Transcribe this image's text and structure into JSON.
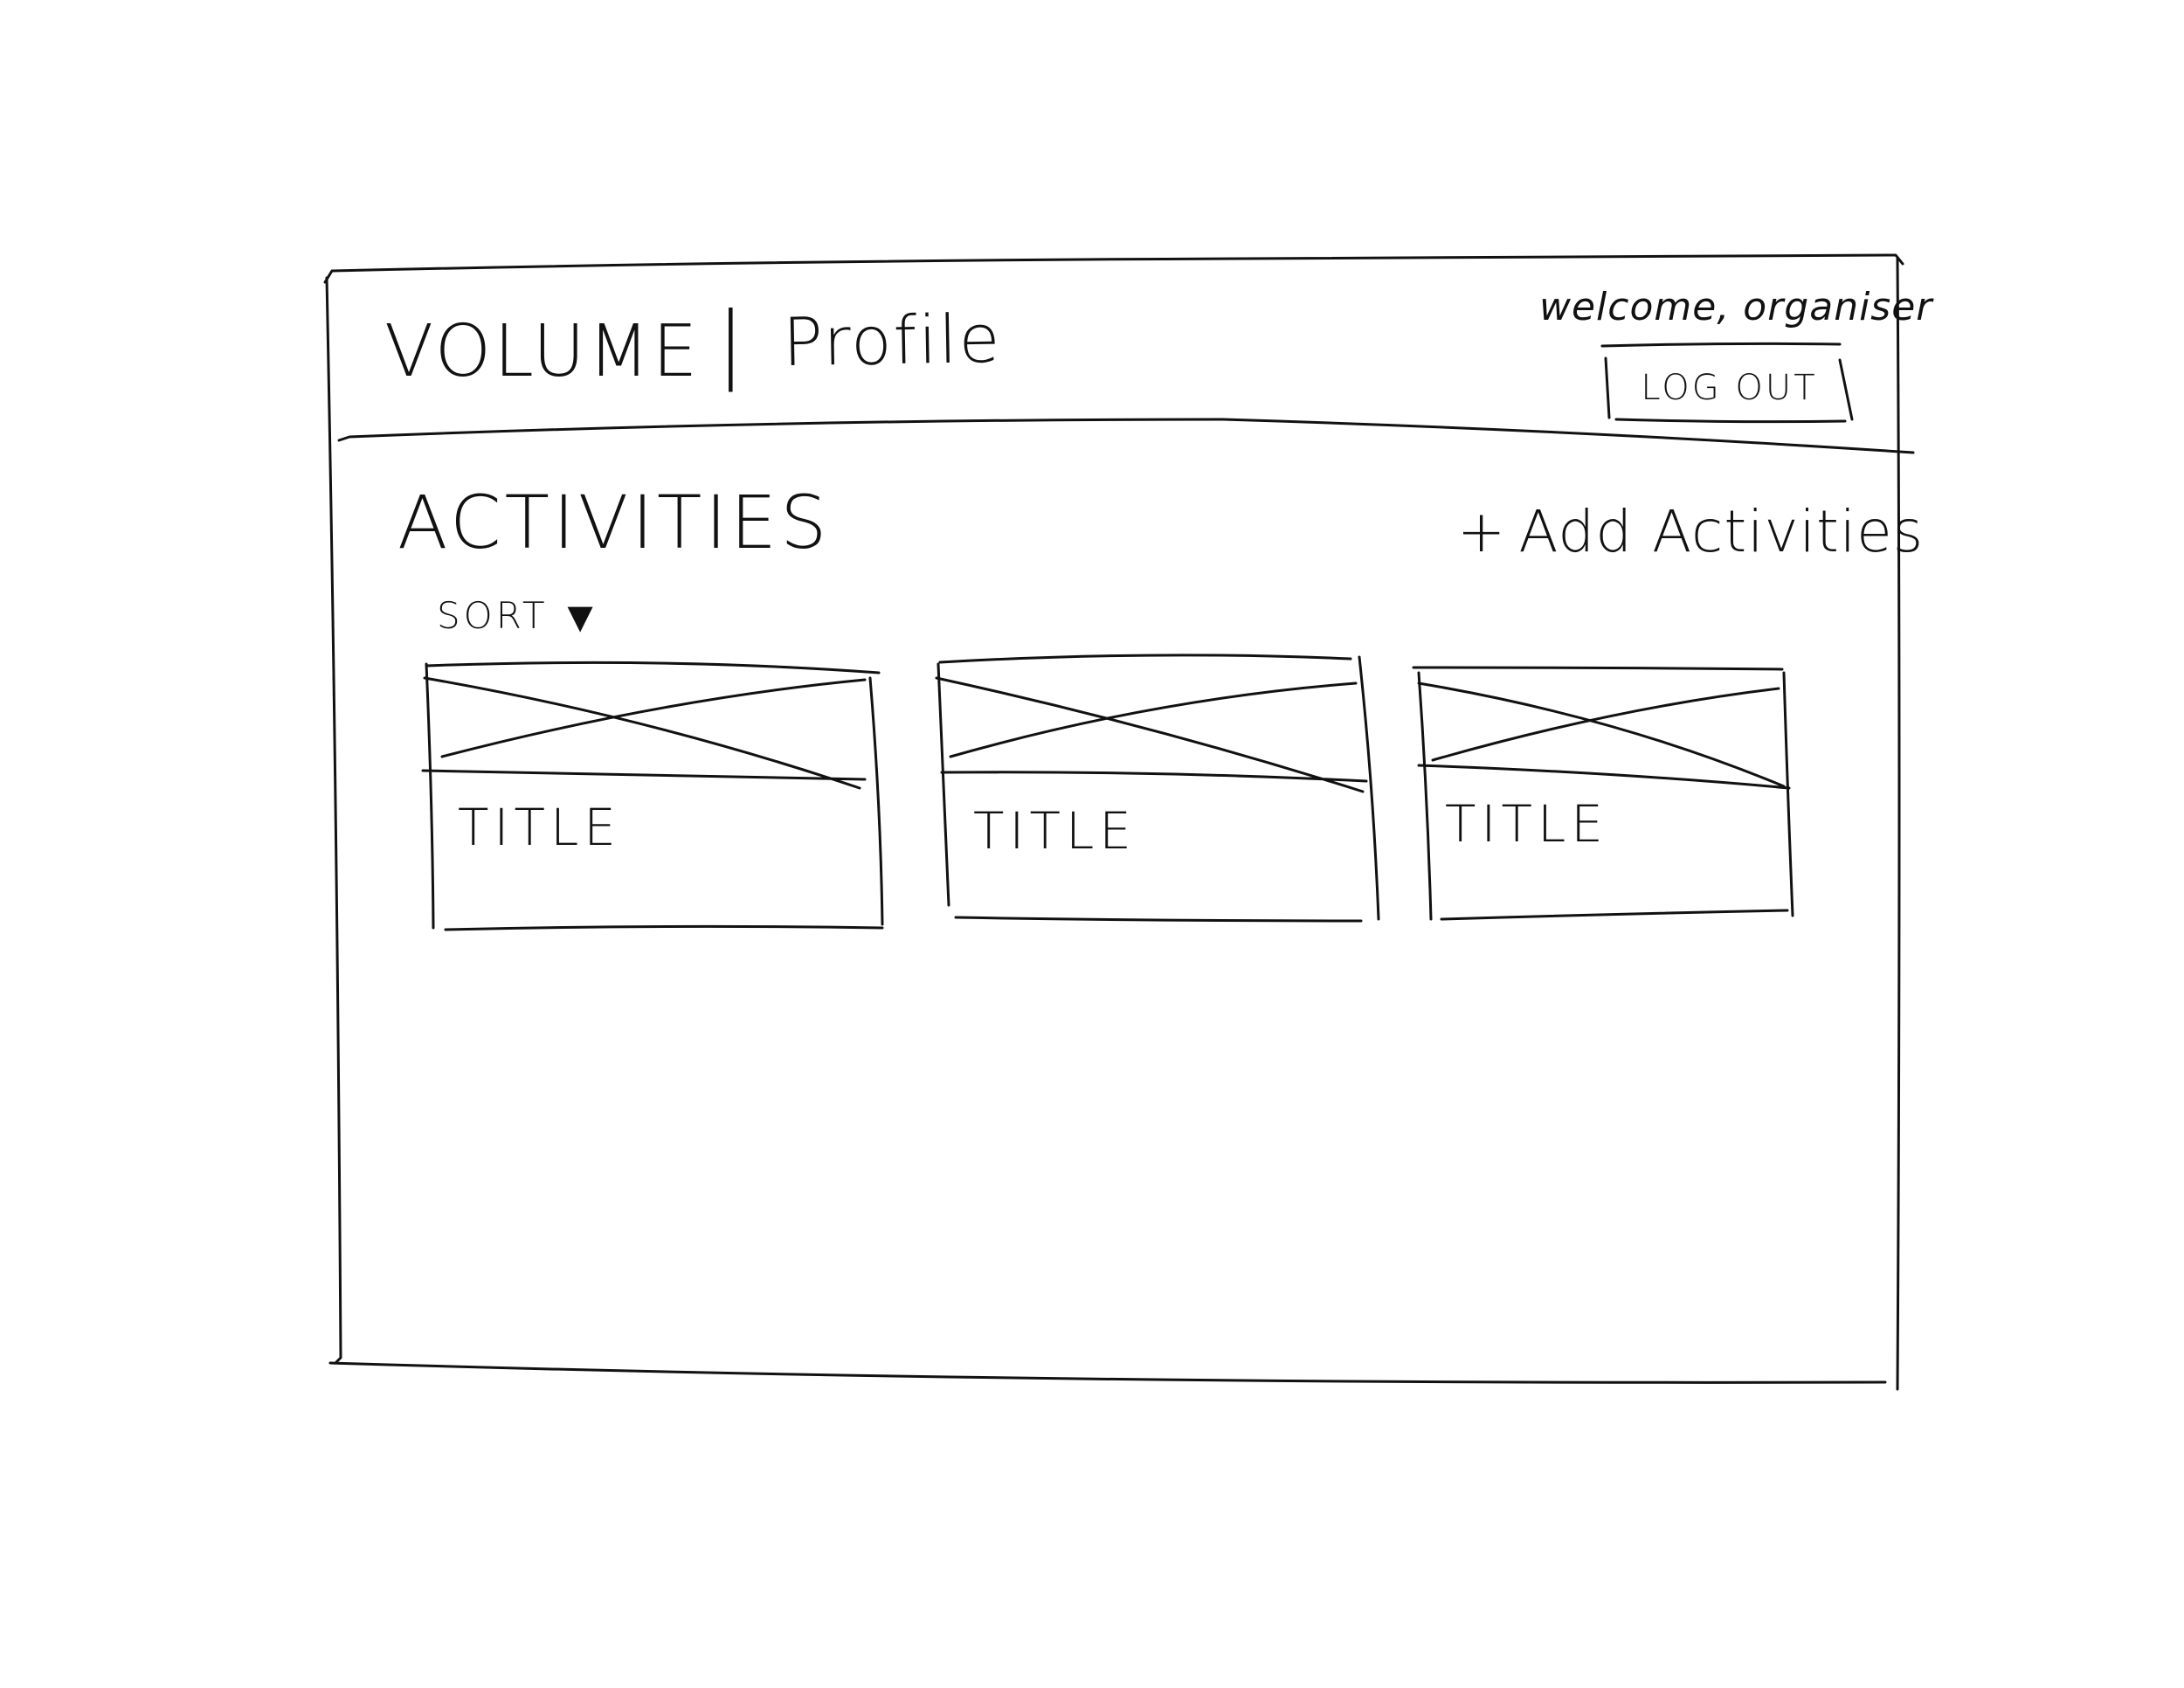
{
  "header": {
    "brand": "VOLUME",
    "separator": "|",
    "page_name": "Profile",
    "welcome_text": "welcome, organiser",
    "logout_label": "LOG OUT"
  },
  "main": {
    "section_title": "ACTIVITIES",
    "add_label": "Add Activities",
    "add_plus": "+",
    "sort_label": "SORT",
    "sort_icon": "▼",
    "cards": [
      {
        "title": "TITLE"
      },
      {
        "title": "TITLE"
      },
      {
        "title": "TITLE"
      }
    ]
  }
}
